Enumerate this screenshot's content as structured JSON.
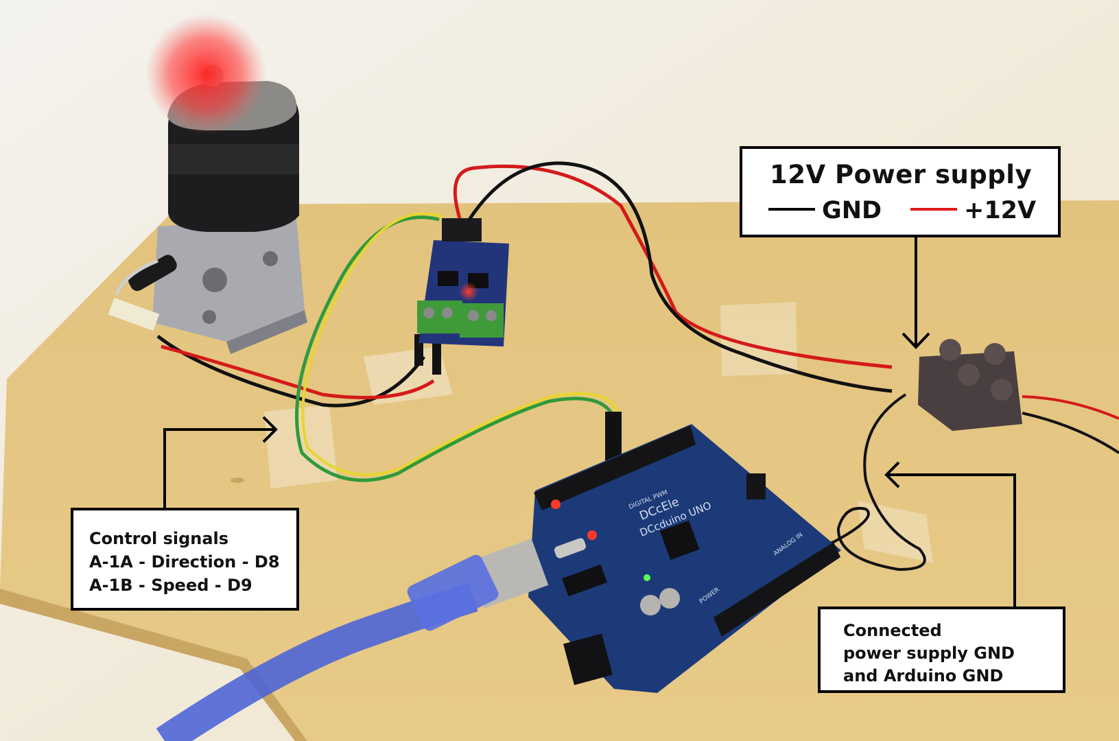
{
  "callouts": {
    "power_supply": {
      "title": "12V Power supply",
      "legend": [
        {
          "label": "GND",
          "color": "#000000"
        },
        {
          "label": "+12V",
          "color": "#e01818"
        }
      ]
    },
    "control_signals": {
      "lines": [
        "Control signals",
        "A-1A - Direction - D8",
        "A-1B - Speed - D9"
      ]
    },
    "gnd_note": {
      "lines": [
        "Connected",
        "power supply GND",
        "and Arduino GND"
      ]
    }
  },
  "board_labels": {
    "brand_line1": "DCcEle",
    "brand_line2": "DCcduino UNO",
    "digital": "DIGITAL PWM",
    "power": "POWER",
    "analog_in": "ANALOG IN"
  },
  "colors": {
    "wood": "#e3c583",
    "background": "#f2efe6",
    "board_blue": "#1c3a78",
    "driver_board": "#23357a",
    "terminal_green": "#3f9a3a",
    "usb_cable": "#4a62d8",
    "wire_red": "#e01818",
    "wire_black": "#111111",
    "wire_green": "#2f9a3a",
    "wire_yellow": "#e8d530",
    "led_red": "#ff2a2a"
  }
}
